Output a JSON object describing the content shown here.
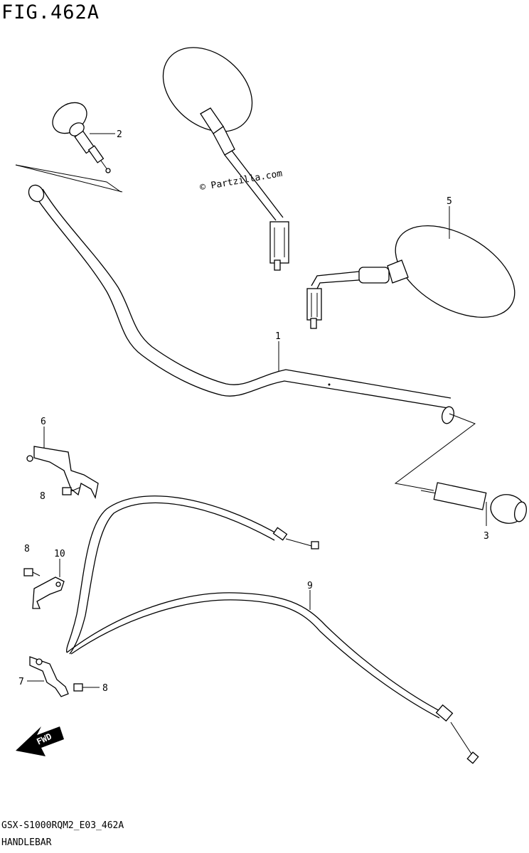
{
  "figure": {
    "title": "FIG.462A",
    "watermark": "© Partzilla.com",
    "model_code": "GSX-S1000RQM2_E03_462A",
    "section_name": "HANDLEBAR"
  },
  "fwd_badge": {
    "label": "FWD"
  },
  "callouts": {
    "c1": "1",
    "c2": "2",
    "c3": "3",
    "c5": "5",
    "c6": "6",
    "c7": "7",
    "c8a": "8",
    "c8b": "8",
    "c8c": "8",
    "c9": "9",
    "c10": "10"
  }
}
